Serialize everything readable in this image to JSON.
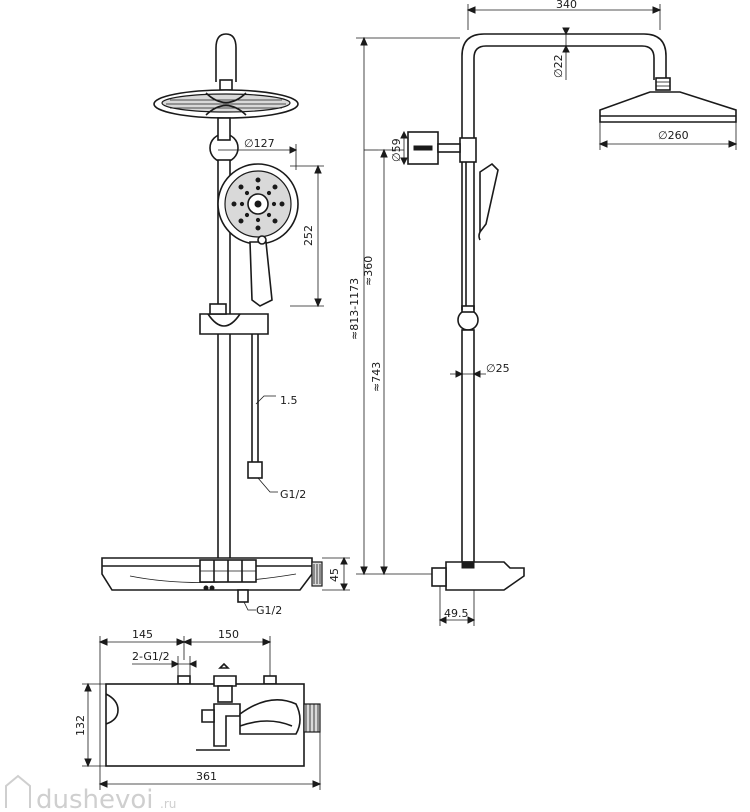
{
  "dimensions": {
    "rail_width": "340",
    "pipe_dia": "∅22",
    "head_dia": "∅260",
    "hand_dia": "∅127",
    "hand_height": "252",
    "hose_len": "1.5",
    "inlet_g": "G1/2",
    "wall_conn": "∅59",
    "height_range": "≈813-1173",
    "height_360": "≈360",
    "height_743": "≈743",
    "bar_dia": "∅25",
    "mixer_h": "45",
    "spout_g": "G1/2",
    "spout_depth": "49.5",
    "inlet_left": "145",
    "inlet_spacing": "150",
    "inlet_count": "2-G1/2",
    "mixer_depth": "132",
    "mixer_width": "361"
  },
  "watermark": {
    "brand": "dushevoi",
    "tld": ".ru"
  }
}
